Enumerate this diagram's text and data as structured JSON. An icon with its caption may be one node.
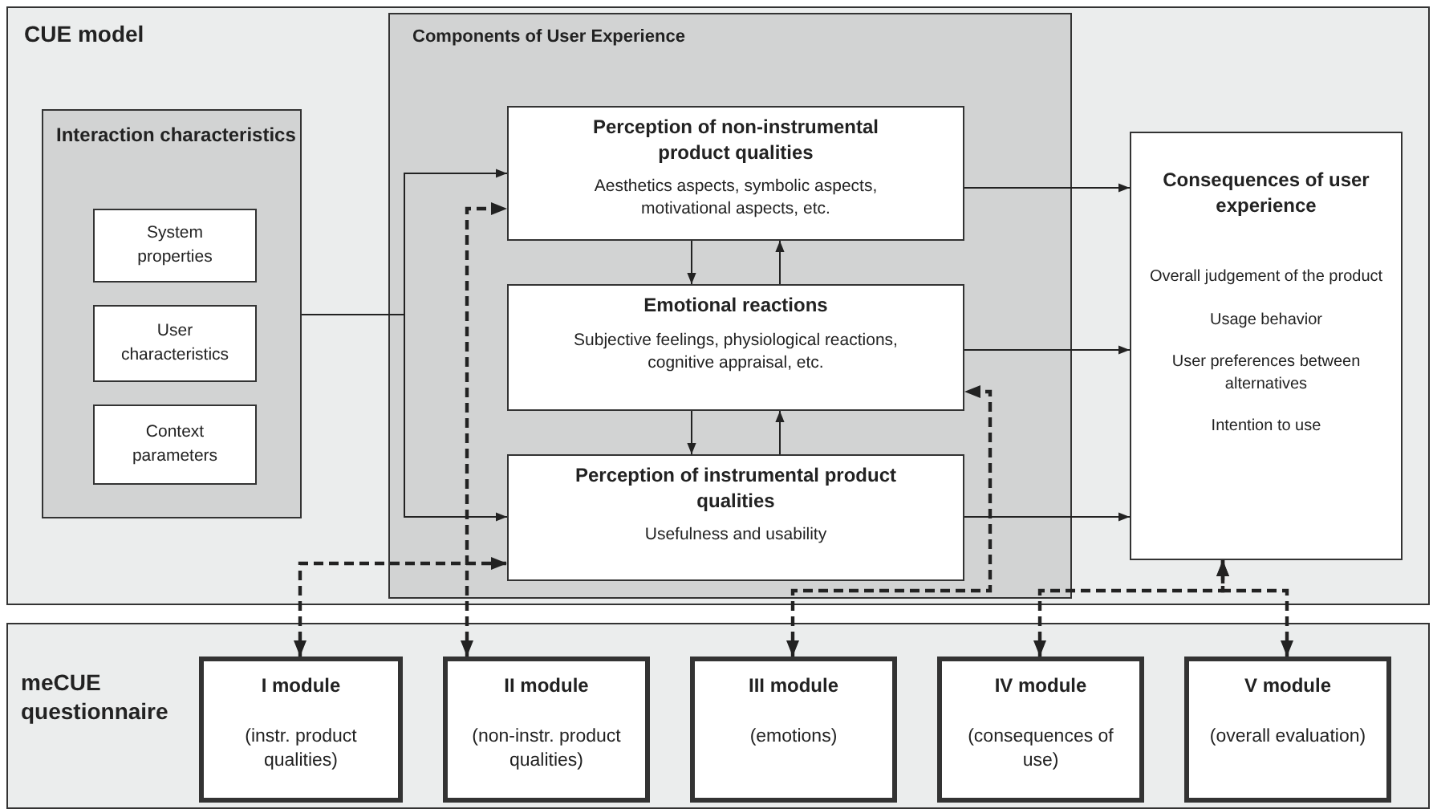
{
  "diagram": {
    "nodes": [
      {
        "text": [
          "CUE model"
        ]
      },
      {
        "text": [
          "Interaction characteristics"
        ],
        "in": 0
      },
      {
        "text": [
          "System properties"
        ],
        "in": 1
      },
      {
        "text": [
          "User characteristics"
        ],
        "in": 1
      },
      {
        "text": [
          "Context parameters"
        ],
        "in": 1
      },
      {
        "text": [
          "Components of User Experience"
        ],
        "in": 0
      },
      {
        "text": [
          "Perception of non-instrumental product qualities",
          "Aesthetics aspects, symbolic aspects, motivational aspects, etc."
        ],
        "in": 5
      },
      {
        "text": [
          "Emotional reactions",
          "Subjective feelings, physiological reactions, cognitive appraisal, etc."
        ],
        "in": 5
      },
      {
        "text": [
          "Perception of instrumental product qualities",
          "Usefulness and usability"
        ],
        "in": 5
      },
      {
        "text": [
          "Consequences of user experience",
          "Overall judgement of the product",
          "Usage behavior",
          "User preferences between alternatives",
          "Intention to use"
        ],
        "in": 0
      },
      {
        "text": [
          "meCUE questionnaire"
        ]
      },
      {
        "text": [
          "I module",
          "(instr. product qualities)"
        ],
        "in": 10
      },
      {
        "text": [
          "II module",
          "(non-instr. product qualities)"
        ],
        "in": 10
      },
      {
        "text": [
          "III module",
          "(emotions)"
        ],
        "in": 10
      },
      {
        "text": [
          "IV module",
          "(consequences of use)"
        ],
        "in": 10
      },
      {
        "text": [
          "V module",
          "(overall evaluation)"
        ],
        "in": 10
      }
    ],
    "edges": [
      {
        "from": 1,
        "to": 6,
        "arrow": "to"
      },
      {
        "from": 1,
        "to": 8,
        "arrow": "to"
      },
      {
        "from": 6,
        "to": 9,
        "arrow": "to"
      },
      {
        "from": 7,
        "to": 9,
        "arrow": "to"
      },
      {
        "from": 8,
        "to": 9,
        "arrow": "to"
      },
      {
        "from": 6,
        "to": 7,
        "arrow": "to"
      },
      {
        "from": 7,
        "to": 6,
        "arrow": "to"
      },
      {
        "from": 7,
        "to": 8,
        "arrow": "to"
      },
      {
        "from": 8,
        "to": 7,
        "arrow": "to"
      },
      {
        "from": 11,
        "to": 8,
        "arrow": "both",
        "style": "dashed"
      },
      {
        "from": 12,
        "to": 6,
        "arrow": "both",
        "style": "dashed"
      },
      {
        "from": 13,
        "to": 7,
        "arrow": "both",
        "style": "dashed"
      },
      {
        "from": 14,
        "to": 9,
        "arrow": "both",
        "style": "dashed"
      },
      {
        "from": 15,
        "to": 9,
        "arrow": "both",
        "style": "dashed"
      }
    ]
  }
}
